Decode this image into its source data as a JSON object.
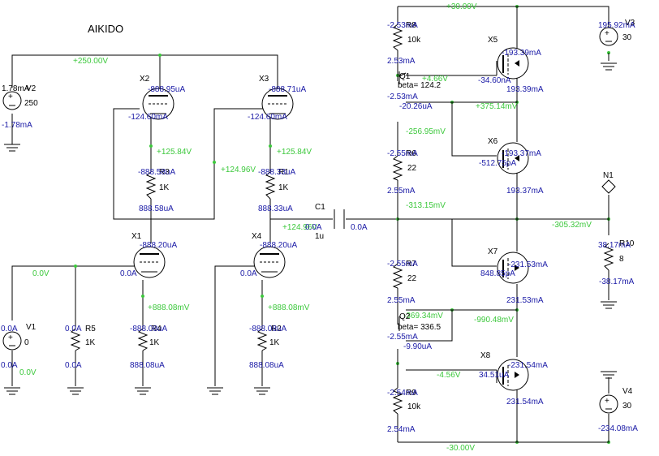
{
  "title": "AIKIDO",
  "rails": {
    "plus250": "+250.00V",
    "plus30": "+30.00V",
    "minus30": "-30.00V"
  },
  "sources": {
    "V2": {
      "name": "V2",
      "value": "250",
      "cur_top": "1.78mA",
      "cur_bot": "-1.78mA"
    },
    "V1": {
      "name": "V1",
      "value": "0",
      "cur_top": "0.0A",
      "cur_bot": "0.0A",
      "volt": "0.0V"
    },
    "V3": {
      "name": "V3",
      "value": "30",
      "cur": "195.92mA"
    },
    "V4": {
      "name": "V4",
      "value": "30",
      "cur": "-234.08mA"
    }
  },
  "tubes": {
    "X2": {
      "name": "X2",
      "ia": "-888.95uA",
      "ik": "-124.60mA"
    },
    "X3": {
      "name": "X3",
      "ia": "-888.71uA",
      "ik": "-124.60mA"
    },
    "X1": {
      "name": "X1",
      "ia": "-888.20uA",
      "ig": "0.0A"
    },
    "X4": {
      "name": "X4",
      "ia": "-888.20uA",
      "ig": "0.0A"
    }
  },
  "resistors": {
    "R3": {
      "name": "R3",
      "value": "1K",
      "i1": "-888.58uA",
      "i2": "888.58uA"
    },
    "R1": {
      "name": "R1",
      "value": "1K",
      "i1": "-888.33uA",
      "i2": "888.33uA"
    },
    "R5": {
      "name": "R5",
      "value": "1K",
      "i1": "0.0A",
      "i2": "0.0A"
    },
    "R4": {
      "name": "R4",
      "value": "1K",
      "i1": "-888.08uA",
      "i2": "888.08uA"
    },
    "R2": {
      "name": "R2",
      "value": "1K",
      "i1": "-888.08uA",
      "i2": "888.08uA"
    },
    "R8": {
      "name": "R8",
      "value": "10k",
      "i1": "-2.53mA",
      "i2": "2.53mA"
    },
    "R6": {
      "name": "R6",
      "value": "22",
      "i1": "-2.55mA",
      "i2": "2.55mA"
    },
    "R7": {
      "name": "R7",
      "value": "22",
      "i1": "-2.55mA",
      "i2": "2.55mA"
    },
    "R9": {
      "name": "R9",
      "value": "10k",
      "i1": "-2.54mA",
      "i2": "2.54mA"
    },
    "R10": {
      "name": "R10",
      "value": "8",
      "i1": "38.17mA",
      "i2": "-38.17mA"
    }
  },
  "node_voltages": {
    "x2_cath": "+125.84V",
    "x3_cath": "+125.84V",
    "x1_anode": "+124.96V",
    "x4_anode": "+124.96V",
    "x1_cath": "+888.08mV",
    "x4_cath": "+888.08mV",
    "grid_bias": "0.0V",
    "q1_base": "+4.66V",
    "q1_emit": "+375.14mV",
    "r6_top": "-256.95mV",
    "r6_bot": "-313.15mV",
    "out": "-305.32mV",
    "r7_bot": "-369.34mV",
    "q2_coll": "-990.48mV",
    "q2_base": "-4.56V"
  },
  "capacitor": {
    "name": "C1",
    "value": "1u",
    "cur_l": "0.0A",
    "cur_r": "0.0A"
  },
  "bjts": {
    "Q1": {
      "name": "Q1",
      "beta": "beta= 124.2",
      "ic": "-2.53mA",
      "ib": "-20.26uA"
    },
    "Q2": {
      "name": "Q2",
      "beta": "beta= 336.5",
      "ic": "-2.55mA",
      "ib": "-9.90uA"
    }
  },
  "mosfets": {
    "X5": {
      "name": "X5",
      "id": "-193.39mA",
      "ig": "-34.60nA",
      "is": "193.39mA"
    },
    "X6": {
      "name": "X6",
      "id": "-193.37mA",
      "ig": "-512.75pA",
      "is": "193.37mA"
    },
    "X7": {
      "name": "X7",
      "id": "-231.53mA",
      "ig": "848.85pA",
      "is": "231.53mA"
    },
    "X8": {
      "name": "X8",
      "id": "-231.54mA",
      "ig": "34.51uA",
      "is": "231.54mA"
    }
  },
  "output_node": "N1"
}
